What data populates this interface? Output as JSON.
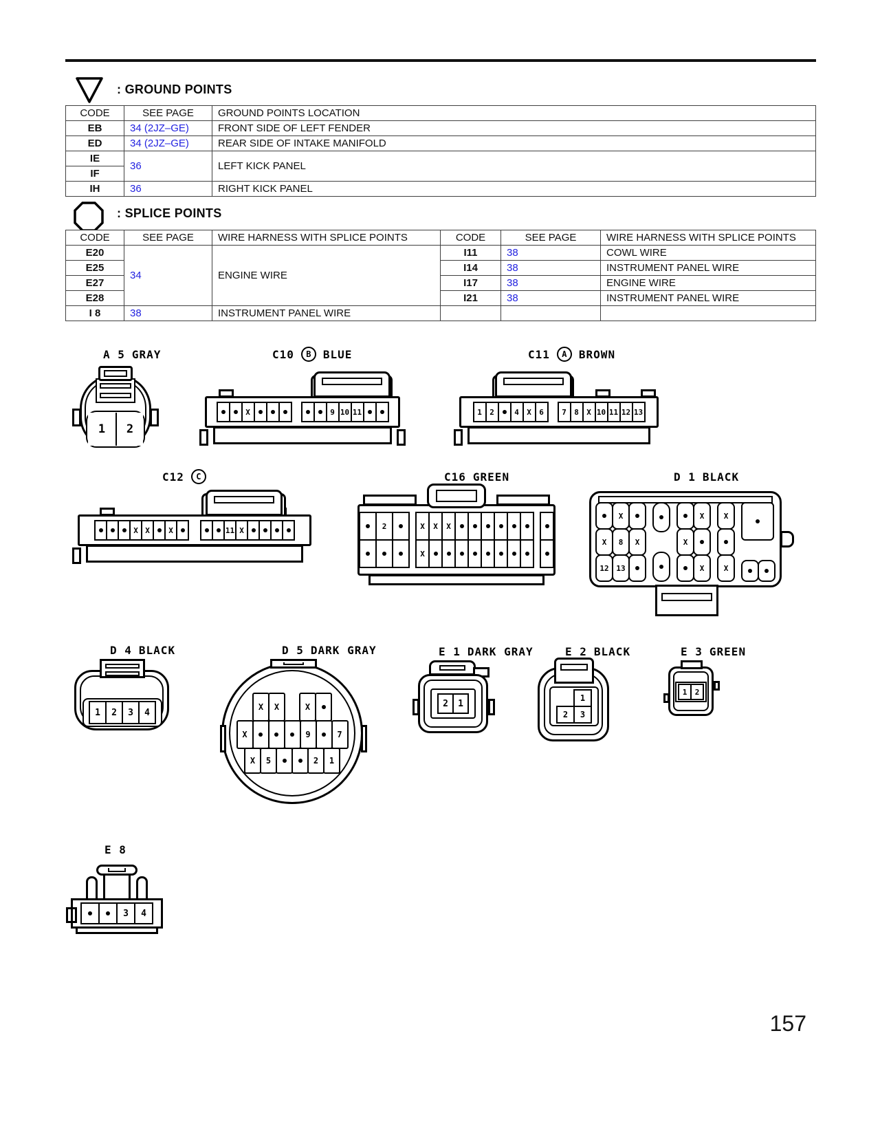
{
  "page": {
    "number": "157"
  },
  "colors": {
    "link_blue": "#2222e0",
    "ink": "#111111",
    "table_border": "#3f3f3f"
  },
  "ground_section": {
    "icon": "triangle-down-icon",
    "title": ": GROUND POINTS",
    "table": {
      "headers": [
        "CODE",
        "SEE PAGE",
        "GROUND POINTS LOCATION"
      ],
      "eb": {
        "code": "EB",
        "page": "34 (2JZ–GE)",
        "loc": "FRONT SIDE OF LEFT FENDER"
      },
      "ed": {
        "code": "ED",
        "page": "34 (2JZ–GE)",
        "loc": "REAR SIDE OF INTAKE MANIFOLD"
      },
      "ie": {
        "code": "IE"
      },
      "if": {
        "code": "IF"
      },
      "ie_if_page": "36",
      "ie_if_loc": "LEFT KICK PANEL",
      "ih": {
        "code": "IH",
        "page": "36",
        "loc": "RIGHT KICK PANEL"
      }
    }
  },
  "splice_section": {
    "icon": "octagon-icon",
    "title": ": SPLICE POINTS",
    "table": {
      "headers": [
        "CODE",
        "SEE PAGE",
        "WIRE HARNESS WITH SPLICE POINTS",
        "CODE",
        "SEE PAGE",
        "WIRE HARNESS WITH SPLICE POINTS"
      ],
      "e20": "E20",
      "e25": "E25",
      "e27": "E27",
      "e28": "E28",
      "engine_page": "34",
      "engine_wire": "ENGINE WIRE",
      "i8": "I 8",
      "i8_page": "38",
      "i8_wire": "INSTRUMENT PANEL WIRE",
      "right": [
        {
          "code": "I11",
          "page": "38",
          "wire": "COWL WIRE"
        },
        {
          "code": "I14",
          "page": "38",
          "wire": "INSTRUMENT PANEL WIRE"
        },
        {
          "code": "I17",
          "page": "38",
          "wire": "ENGINE WIRE"
        },
        {
          "code": "I21",
          "page": "38",
          "wire": "INSTRUMENT PANEL WIRE"
        }
      ]
    }
  },
  "connectors": [
    {
      "id": "a5",
      "code": "A 5",
      "letter": "",
      "color": "GRAY",
      "pins": {
        "rows": [
          {
            "groups": [
              [
                "1",
                "2"
              ]
            ]
          }
        ]
      }
    },
    {
      "id": "c10",
      "code": "C10",
      "letter": "B",
      "color": "BLUE",
      "pins": {
        "rows": [
          {
            "groups": [
              [
                "•",
                "•",
                "X",
                "•",
                "•",
                "•"
              ],
              [
                "•",
                "•",
                "9",
                "10",
                "11",
                "•",
                "•"
              ]
            ]
          }
        ]
      }
    },
    {
      "id": "c11",
      "code": "C11",
      "letter": "A",
      "color": "BROWN",
      "pins": {
        "rows": [
          {
            "groups": [
              [
                "1",
                "2",
                "•",
                "4",
                "X",
                "6"
              ],
              [
                "7",
                "8",
                "X",
                "10",
                "11",
                "12",
                "13"
              ]
            ]
          }
        ]
      }
    },
    {
      "id": "c12",
      "code": "C12",
      "letter": "C",
      "color": "",
      "pins": {
        "rows": [
          {
            "groups": [
              [
                "•",
                "•",
                "•",
                "X",
                "X",
                "•",
                "X",
                "•"
              ],
              [
                "•",
                "•",
                "11",
                "X",
                "•",
                "•",
                "•",
                "•"
              ]
            ]
          }
        ]
      }
    },
    {
      "id": "c16",
      "code": "C16",
      "letter": "",
      "color": "GREEN",
      "pins": {
        "rows": [
          {
            "groups": [
              [
                "•",
                "2",
                "•"
              ],
              [
                "X",
                "X",
                "X",
                "•",
                "•",
                "•",
                "•",
                "•",
                "•"
              ],
              [
                "•"
              ]
            ]
          },
          {
            "groups": [
              [
                "•",
                "•",
                "•"
              ],
              [
                "X",
                "•",
                "•",
                "•",
                "•",
                "•",
                "•",
                "•",
                "•"
              ],
              [
                "•"
              ]
            ]
          }
        ]
      }
    },
    {
      "id": "d1",
      "code": "D 1",
      "letter": "",
      "color": "BLACK",
      "pins": {
        "columns": [
          {
            "rows": [
              [
                "•",
                "X",
                "•"
              ],
              [
                "X",
                "8",
                "X"
              ],
              [
                "12",
                "13",
                "•"
              ]
            ]
          },
          {
            "spread": true,
            "rows": [
              [
                "•"
              ],
              [
                "•"
              ]
            ]
          },
          {
            "rows": [
              [
                "•",
                "X"
              ],
              [
                "X",
                "•"
              ],
              [
                "•",
                "X"
              ]
            ]
          },
          {
            "rows": [
              [
                "X"
              ],
              [
                "•"
              ],
              [
                "X"
              ]
            ]
          },
          {
            "spread": true,
            "rows": [
              [
                "•"
              ],
              [
                "•",
                "•"
              ]
            ]
          }
        ]
      }
    },
    {
      "id": "d4",
      "code": "D 4",
      "letter": "",
      "color": "BLACK",
      "pins": {
        "rows": [
          {
            "groups": [
              [
                "1",
                "2",
                "3",
                "4"
              ]
            ]
          }
        ]
      }
    },
    {
      "id": "d5",
      "code": "D 5",
      "letter": "",
      "color": "DARK GRAY",
      "pins": {
        "rows": [
          {
            "groups": [
              [
                "X",
                "X"
              ],
              [
                "X",
                "•"
              ]
            ]
          },
          {
            "groups": [
              [
                "X",
                "•",
                "•",
                "•",
                "9",
                "•",
                "7"
              ]
            ]
          },
          {
            "groups": [
              [
                "X",
                "5",
                "•",
                "•",
                "2",
                "1"
              ]
            ]
          }
        ]
      }
    },
    {
      "id": "e1",
      "code": "E 1",
      "letter": "",
      "color": "DARK GRAY",
      "pins": {
        "rows": [
          {
            "groups": [
              [
                "2",
                "1"
              ]
            ]
          }
        ]
      }
    },
    {
      "id": "e2",
      "code": "E 2",
      "letter": "",
      "color": "BLACK",
      "pins": {
        "rows": [
          {
            "groups": [
              [
                "",
                "1"
              ]
            ]
          },
          {
            "groups": [
              [
                "2",
                "3"
              ]
            ]
          }
        ]
      }
    },
    {
      "id": "e3",
      "code": "E 3",
      "letter": "",
      "color": "GREEN",
      "pins": {
        "rows": [
          {
            "groups": [
              [
                "1",
                "2"
              ]
            ]
          }
        ]
      }
    },
    {
      "id": "e8",
      "code": "E 8",
      "letter": "",
      "color": "",
      "pins": {
        "rows": [
          {
            "groups": [
              [
                "•",
                "•",
                "3",
                "4"
              ]
            ]
          }
        ]
      }
    }
  ]
}
